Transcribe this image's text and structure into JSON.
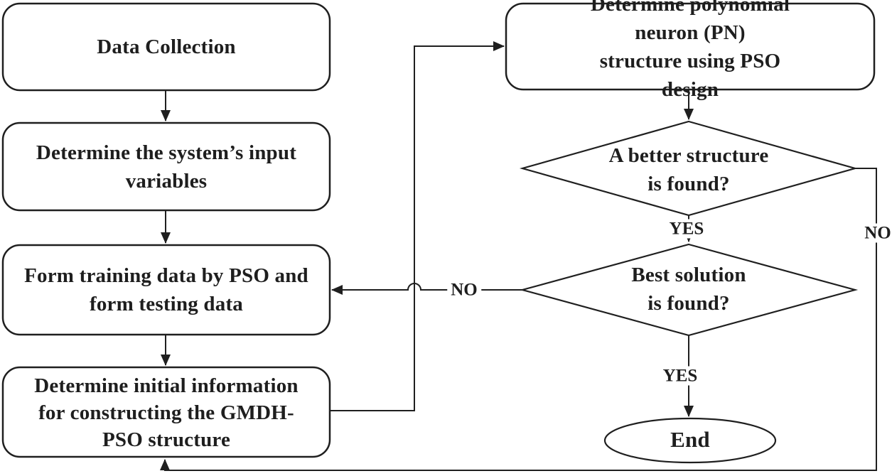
{
  "figure": {
    "type": "flowchart",
    "background_color": "#ffffff",
    "stroke_color": "#1f1f1f",
    "text_color": "#1e1e1e"
  },
  "nodes": {
    "data_collection": {
      "type": "process",
      "label": "Data Collection"
    },
    "input_variables": {
      "type": "process",
      "label": "Determine the system’s input\nvariables"
    },
    "training_data": {
      "type": "process",
      "label": "Form training data by PSO and\nform testing data"
    },
    "initial_information": {
      "type": "process",
      "label": "Determine initial information\nfor constructing the GMDH-\nPSO structure"
    },
    "pn_structure": {
      "type": "process",
      "label": "Determine polynomial neuron (PN)\nstructure using PSO design"
    },
    "better_structure": {
      "type": "decision",
      "label": "A better structure\nis found?"
    },
    "best_solution": {
      "type": "decision",
      "label": "Best solution\nis found?"
    },
    "end": {
      "type": "terminator",
      "label": "End"
    }
  },
  "edge_labels": {
    "better_structure_yes": "YES",
    "best_solution_yes": "YES",
    "better_structure_no": "NO",
    "best_solution_no": "NO"
  }
}
